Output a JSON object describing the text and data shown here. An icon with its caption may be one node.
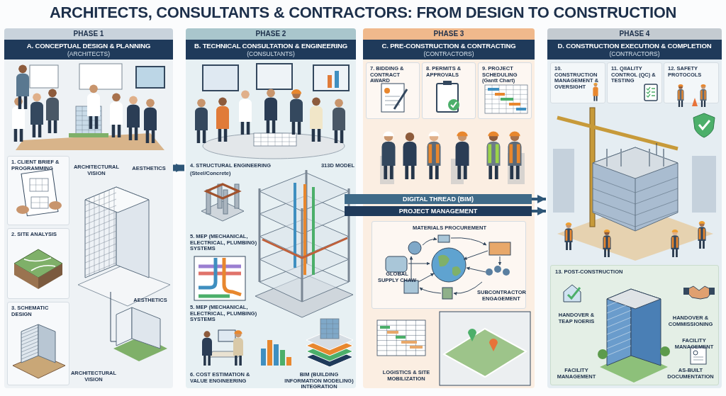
{
  "diagram": {
    "title": "ARCHITECTS, CONSULTANTS & CONTRACTORS: FROM DESIGN TO CONSTRUCTION",
    "nodes": [
      {
        "text": [
          "PHASE 1",
          "A. CONCEPTUAL DESIGN & PLANNING",
          "(ARCHITECTS)"
        ]
      },
      {
        "text": [
          "PHASE 2",
          "B. TECHNICAL CONSULTATION & ENGINEERING",
          "(CONSULTANTS)"
        ]
      },
      {
        "text": [
          "PHASE 3",
          "C. PRE-CONSTRUCTION & CONTRACTING",
          "(CONTRACTORS)"
        ]
      },
      {
        "text": [
          "PHASE 4",
          "D. CONSTRUCTION EXECUTION & COMPLETION",
          "(CONTRACTORS)"
        ]
      },
      {
        "text": [
          "1. CLIENT BRIEF & PROGRAMMING"
        ],
        "in": 0
      },
      {
        "text": [
          "2. SITE ANALYSIS"
        ],
        "in": 0
      },
      {
        "text": [
          "3. SCHEMATIC DESIGN"
        ],
        "in": 0
      },
      {
        "text": [
          "7. BIDDING & CONTRACT AWARD"
        ],
        "in": 2
      },
      {
        "text": [
          "8. PERMITS & APPROVALS"
        ],
        "in": 2
      },
      {
        "text": [
          "9. PROJECT SCHEDULING",
          "(Gantt Chart)"
        ],
        "in": 2
      },
      {
        "text": [
          "DIGITAL THREAD (BIM)"
        ]
      },
      {
        "text": [
          "PROJECT MANAGEMENT"
        ]
      },
      {
        "text": [
          "MATERIALS PROCUREMENT",
          "GLOBAL SUPPLY CHAW",
          "SUBCONTRACTOR ENGAGEMENT"
        ],
        "in": 2
      },
      {
        "text": [
          "10. CONSTRUCTION MANAGEMENT & OVERSIGHT"
        ],
        "in": 3
      },
      {
        "text": [
          "11. QIIALITY CONTROL (QC) & TESTING"
        ],
        "in": 3
      },
      {
        "text": [
          "12. SAFETY PROTOCOLS"
        ],
        "in": 3
      },
      {
        "text": [
          "13. POST-CONSTRUCTION",
          "HANDOVER & TEAP NOERIS",
          "HANDOVER & COMMISSIONING",
          "FACILITY MANAGEMENT",
          "FACILITY MANAGEMENT",
          "AS-BUILT DOCUMENTATION"
        ],
        "in": 3
      }
    ],
    "edges": [
      {
        "from": 0,
        "to": 1,
        "arrow": "to",
        "style": "thick"
      },
      {
        "from": 10,
        "to": 3,
        "arrow": "to"
      },
      {
        "from": 11,
        "to": 3,
        "arrow": "to"
      }
    ],
    "labels": [
      "ARCHITECTURAL VISION",
      "AESTHETICS",
      "4. STRUCTURAL ENGINEERING",
      "(Steel/Concrete)",
      "313D MODEL",
      "5. MEP (MECHANICAL, ELECTRICAL, PLUMBING) SYSTEMS",
      "AESTHETICS",
      "5. MEP (MECHANICAL, ELECTRICAL, PLUMBING) SYSTEMS",
      "ARCHITECTURAL VISION",
      "6. COST ESTIMATION & VALUE ENGINEERING",
      "BIM (BUILDING INFORMATION MODELING) INTEGRATION",
      "LOGISTICS & SITE MOBILIZATION"
    ]
  }
}
